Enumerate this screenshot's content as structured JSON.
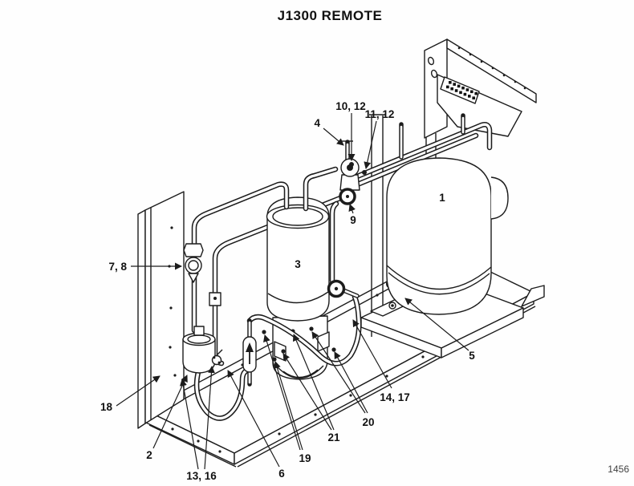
{
  "title": "J1300 REMOTE",
  "figure_number": "1456",
  "colors": {
    "background": "#ffffff",
    "line": "#1c1c1c",
    "label": "#111111",
    "figure_number": "#3f3f3f"
  },
  "callouts": {
    "c1": "1",
    "c2": "2",
    "c3": "3",
    "c4": "4",
    "c5": "5",
    "c6": "6",
    "c7_8": "7, 8",
    "c9": "9",
    "c10_12": "10, 12",
    "c11_12": "11, 12",
    "c13_16": "13, 16",
    "c14_17": "14, 17",
    "c18": "18",
    "c19": "19",
    "c20": "20",
    "c21": "21"
  }
}
